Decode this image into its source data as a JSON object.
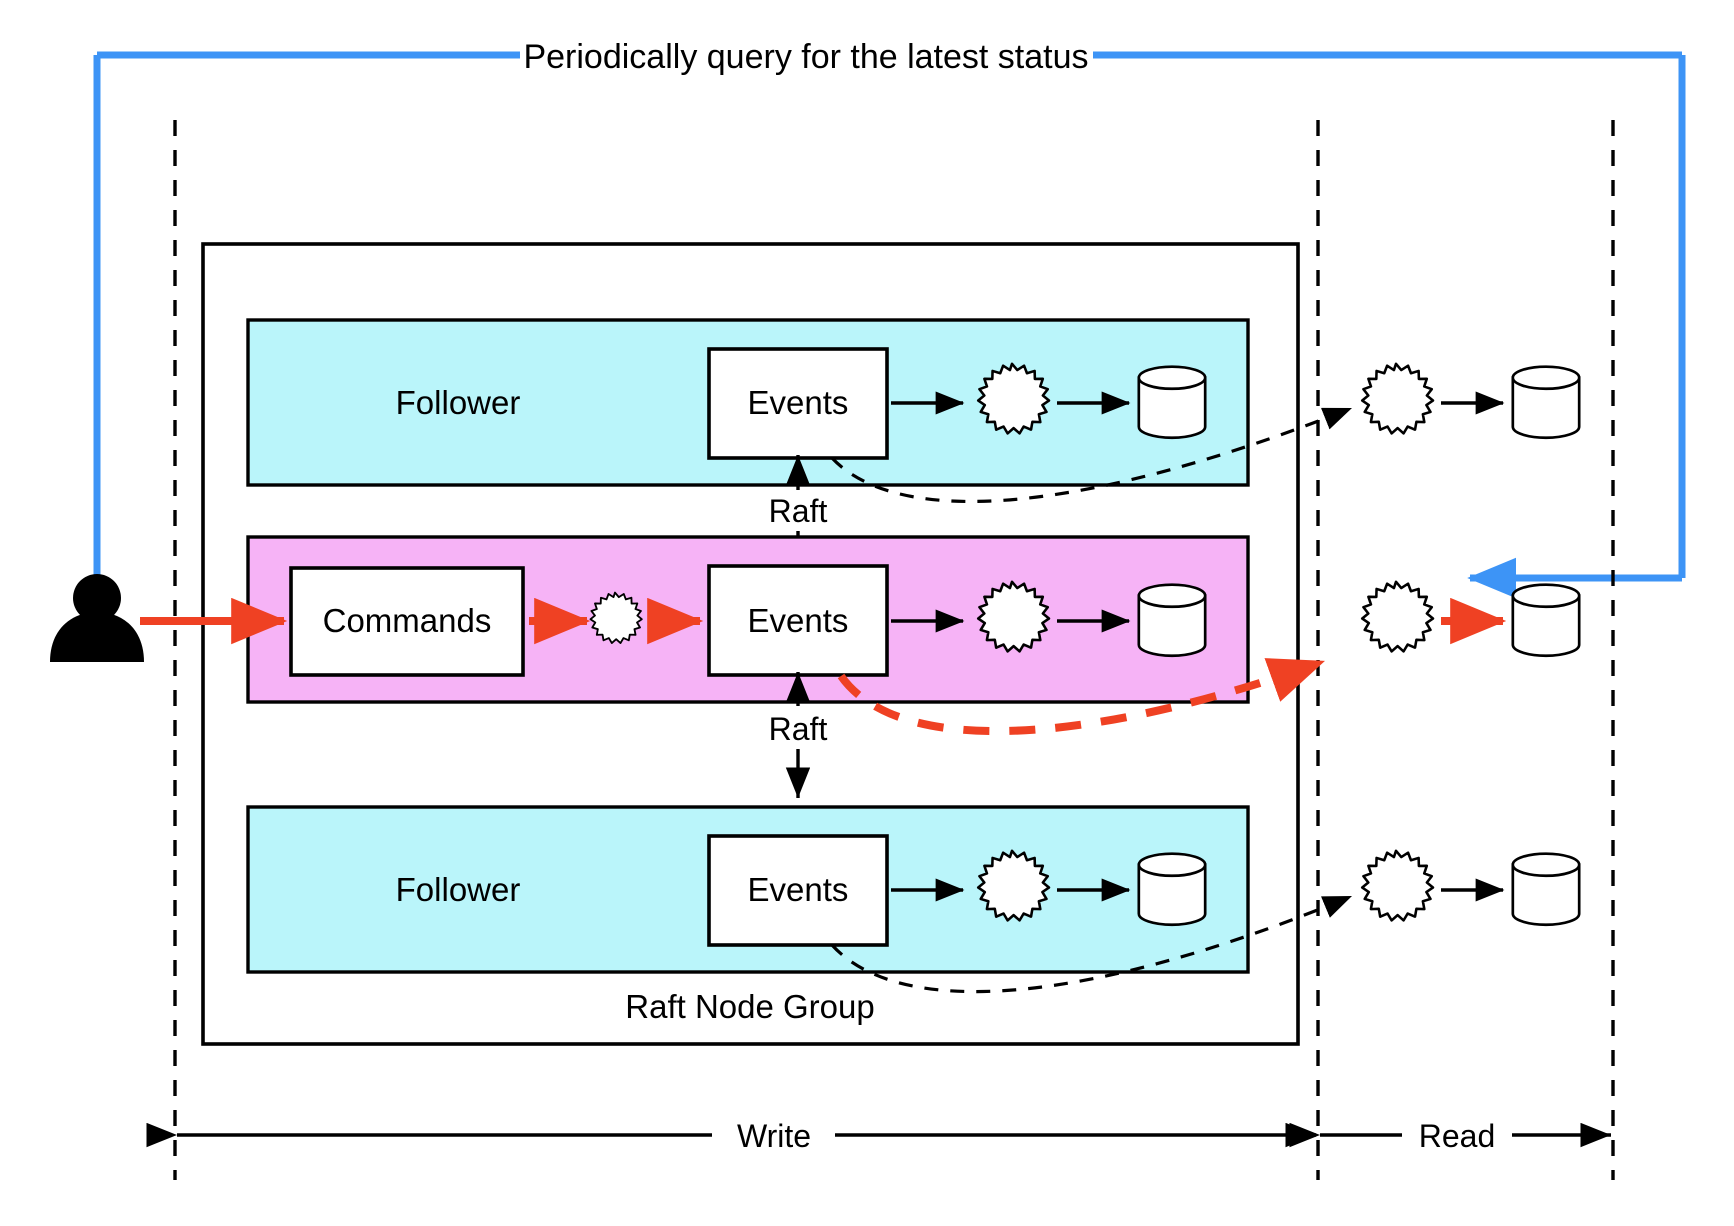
{
  "diagram": {
    "title": "Periodically query for the latest status",
    "group_label": "Raft Node Group",
    "nodes": [
      {
        "id": "follower-top",
        "role_label": "Follower",
        "fill": "#baf5fa",
        "stage_label": "Events",
        "projector_icon": "burst-icon",
        "store_icon": "database-cylinder-icon"
      },
      {
        "id": "leader",
        "role_label": "",
        "fill": "#f6b3f6",
        "command_label": "Commands",
        "stage_label": "Events",
        "projector_icon": "burst-icon",
        "store_icon": "database-cylinder-icon"
      },
      {
        "id": "follower-bottom",
        "role_label": "Follower",
        "fill": "#baf5fa",
        "stage_label": "Events",
        "projector_icon": "burst-icon",
        "store_icon": "database-cylinder-icon"
      }
    ],
    "raft_links": [
      {
        "label": "Raft",
        "from": "follower-top",
        "to": "leader"
      },
      {
        "label": "Raft",
        "from": "leader",
        "to": "follower-bottom"
      }
    ],
    "read_side": [
      {
        "id": "read-top",
        "projector_icon": "burst-icon",
        "store_icon": "database-cylinder-icon"
      },
      {
        "id": "read-middle",
        "projector_icon": "burst-icon",
        "store_icon": "database-cylinder-icon"
      },
      {
        "id": "read-bottom",
        "projector_icon": "burst-icon",
        "store_icon": "database-cylinder-icon"
      }
    ],
    "actor": {
      "icon": "user-person-icon"
    },
    "axis": {
      "write_label": "Write",
      "read_label": "Read"
    },
    "colors": {
      "accent_command": "#ef4123",
      "accent_query": "#3d94f6",
      "follower_fill": "#baf5fa",
      "leader_fill": "#f6b3f6",
      "outline": "#000000",
      "page_background": "#ffffff"
    }
  }
}
